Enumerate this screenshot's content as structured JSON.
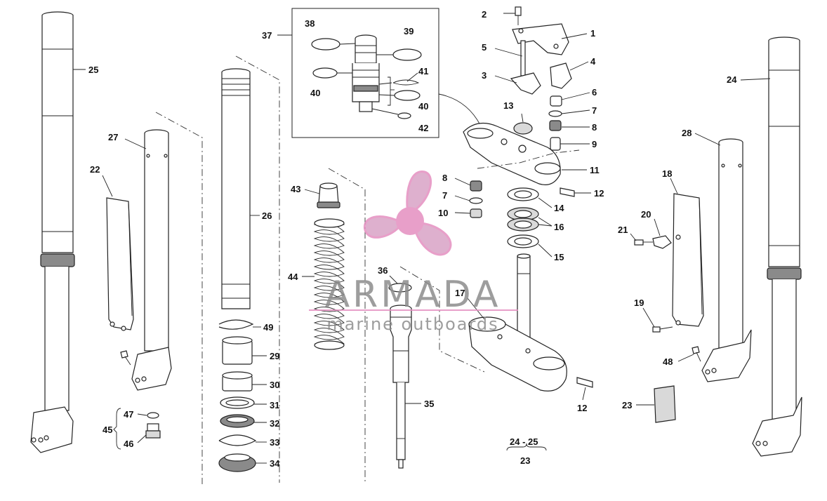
{
  "callouts": {
    "n1": "1",
    "n2": "2",
    "n3": "3",
    "n4": "4",
    "n5": "5",
    "n6": "6",
    "n7a": "7",
    "n7b": "7",
    "n8a": "8",
    "n8b": "8",
    "n9": "9",
    "n10": "10",
    "n11": "11",
    "n12a": "12",
    "n12b": "12",
    "n13": "13",
    "n14": "14",
    "n15": "15",
    "n16": "16",
    "n17": "17",
    "n18": "18",
    "n19": "19",
    "n20": "20",
    "n21": "21",
    "n22": "22",
    "n23": "23",
    "n24": "24",
    "n25": "25",
    "n26": "26",
    "n27": "27",
    "n28": "28",
    "n29": "29",
    "n30": "30",
    "n31": "31",
    "n32": "32",
    "n33": "33",
    "n34": "34",
    "n35": "35",
    "n36": "36",
    "n37": "37",
    "n38": "38",
    "n39": "39",
    "n40a": "40",
    "n40b": "40",
    "n41": "41",
    "n42": "42",
    "n43": "43",
    "n44": "44",
    "n45": "45",
    "n46": "46",
    "n47": "47",
    "n48": "48",
    "n49": "49"
  },
  "kit_note": {
    "top": "24 - 25",
    "bottom": "23"
  },
  "watermark": {
    "brand": "ARMADA",
    "tagline": "marine outboards",
    "logo": "propeller-logo",
    "colors": {
      "brand_text": "#8c8c8c",
      "accent_pink": "#e48fc0",
      "propeller_fill": "#d9a3c6"
    }
  }
}
